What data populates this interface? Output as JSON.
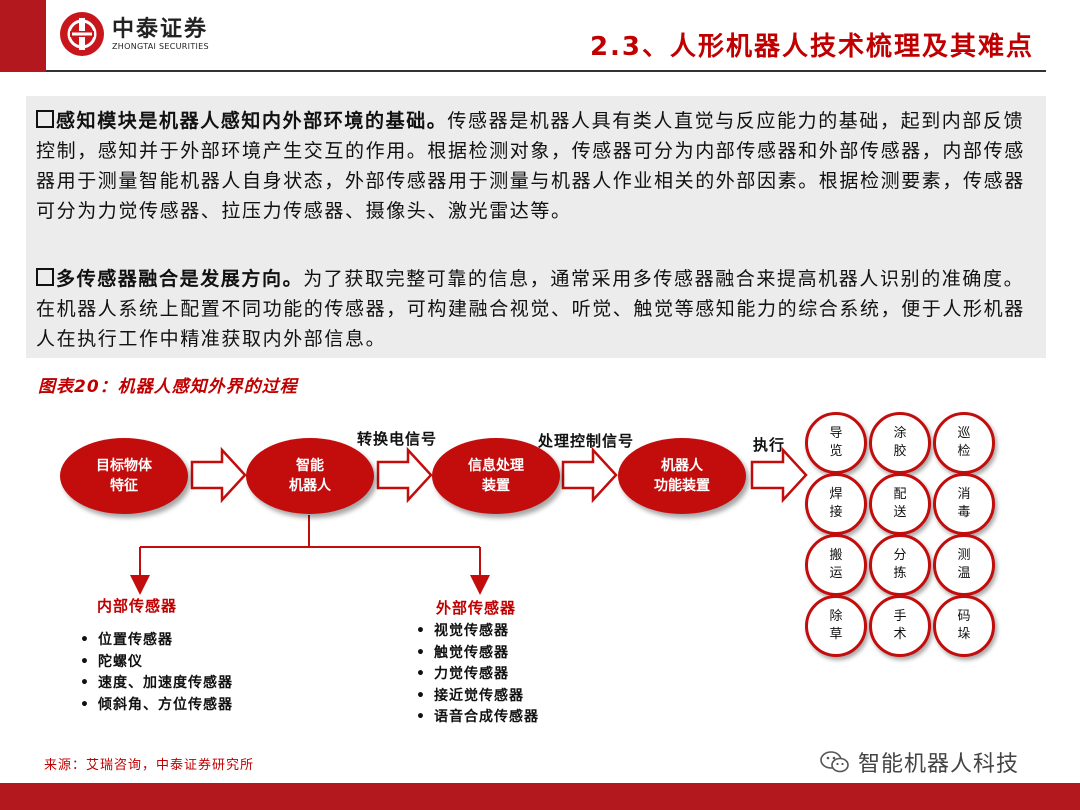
{
  "header": {
    "logo_cn": "中泰证券",
    "logo_en": "ZHONGTAI SECURITIES",
    "title": "2.3、人形机器人技术梳理及其难点"
  },
  "paragraphs": [
    {
      "lead": "感知模块是机器人感知内外部环境的基础。",
      "body": "传感器是机器人具有类人直觉与反应能力的基础，起到内部反馈控制，感知并于外部环境产生交互的作用。根据检测对象，传感器可分为内部传感器和外部传感器，内部传感器用于测量智能机器人自身状态，外部传感器用于测量与机器人作业相关的外部因素。根据检测要素，传感器可分为力觉传感器、拉压力传感器、摄像头、激光雷达等。"
    },
    {
      "lead": "多传感器融合是发展方向。",
      "body": "为了获取完整可靠的信息，通常采用多传感器融合来提高机器人识别的准确度。在机器人系统上配置不同功能的传感器，可构建融合视觉、听觉、触觉等感知能力的综合系统，便于人形机器人在执行工作中精准获取内外部信息。"
    }
  ],
  "figure": {
    "title": "图表20：机器人感知外界的过程",
    "nodes": [
      "目标物体\n特征",
      "智能\n机器人",
      "信息处理\n装置",
      "机器人\n功能装置"
    ],
    "arrow_labels": [
      "转换电信号",
      "处理控制信号",
      "执行"
    ],
    "tasks": [
      "导\n览",
      "涂\n胶",
      "巡\n检",
      "焊\n接",
      "配\n送",
      "消\n毒",
      "搬\n运",
      "分\n拣",
      "测\n温",
      "除\n草",
      "手\n术",
      "码\n垛"
    ],
    "internal": {
      "title": "内部传感器",
      "items": [
        "位置传感器",
        "陀螺仪",
        "速度、加速度传感器",
        "倾斜角、方位传感器"
      ]
    },
    "external": {
      "title": "外部传感器",
      "items": [
        "视觉传感器",
        "触觉传感器",
        "力觉传感器",
        "接近觉传感器",
        "语音合成传感器"
      ]
    }
  },
  "source": "来源：艾瑞咨询，中泰证券研究所",
  "watermark": "智能机器人科技",
  "colors": {
    "brand_red": "#c30d0d",
    "title_red": "#c00000",
    "panel_gray": "#ececec"
  }
}
